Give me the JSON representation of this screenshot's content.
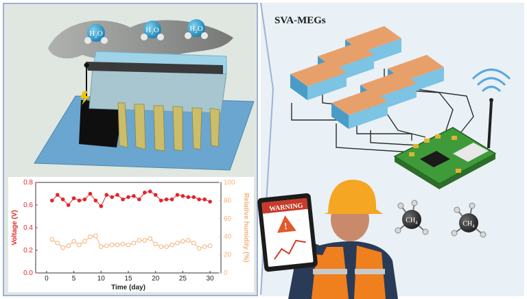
{
  "system_title": "SVA-MEGs",
  "molecules": [
    {
      "label": "H",
      "sub": "2",
      "tail": "O"
    },
    {
      "label": "H",
      "sub": "2",
      "tail": "O"
    },
    {
      "label": "H",
      "sub": "2",
      "tail": "O"
    }
  ],
  "methane": [
    {
      "label": "CH",
      "sub": "4"
    },
    {
      "label": "CH",
      "sub": "4"
    }
  ],
  "warning": {
    "label": "WARNING"
  },
  "colors": {
    "voltage": "#e0262b",
    "humidity": "#f4b27a",
    "module_top": "#e0945a",
    "module_base": "#6fb7dd",
    "board": "#3f9a3a"
  },
  "chart_data": {
    "type": "line",
    "xlabel": "Time (day)",
    "ylabel_left": "Voltage (V)",
    "ylabel_right": "Relative humidity (%)",
    "xlim": [
      -2,
      32
    ],
    "ylim_left": [
      0.0,
      0.8
    ],
    "ylim_right": [
      0,
      100
    ],
    "x_ticks": [
      "0",
      "5",
      "10",
      "15",
      "20",
      "25",
      "30"
    ],
    "y_ticks_left": [
      "0.0",
      "0.2",
      "0.4",
      "0.6",
      "0.8"
    ],
    "y_ticks_right": [
      "0",
      "20",
      "40",
      "60",
      "80",
      "100"
    ],
    "series": [
      {
        "axis": "left",
        "x": [
          1,
          2,
          3,
          4,
          5,
          6,
          7,
          8,
          9,
          10,
          11,
          12,
          13,
          14,
          15,
          16,
          17,
          18,
          19,
          20,
          21,
          22,
          23,
          24,
          25,
          26,
          27,
          28,
          29,
          30
        ],
        "values": [
          0.64,
          0.69,
          0.65,
          0.6,
          0.66,
          0.64,
          0.65,
          0.7,
          0.64,
          0.59,
          0.69,
          0.67,
          0.69,
          0.65,
          0.67,
          0.68,
          0.65,
          0.71,
          0.72,
          0.69,
          0.64,
          0.65,
          0.65,
          0.69,
          0.68,
          0.67,
          0.67,
          0.65,
          0.65,
          0.63
        ]
      },
      {
        "axis": "right",
        "x": [
          1,
          2,
          3,
          4,
          5,
          6,
          7,
          8,
          9,
          10,
          11,
          12,
          13,
          14,
          15,
          16,
          17,
          18,
          19,
          20,
          21,
          22,
          23,
          24,
          25,
          26,
          27,
          28,
          29,
          30
        ],
        "values": [
          37,
          33,
          28,
          30,
          35,
          31,
          35,
          40,
          41,
          29,
          30,
          31,
          31,
          32,
          31,
          33,
          36,
          36,
          38,
          32,
          29,
          29,
          31,
          33,
          35,
          36,
          33,
          27,
          29,
          30
        ]
      }
    ]
  }
}
